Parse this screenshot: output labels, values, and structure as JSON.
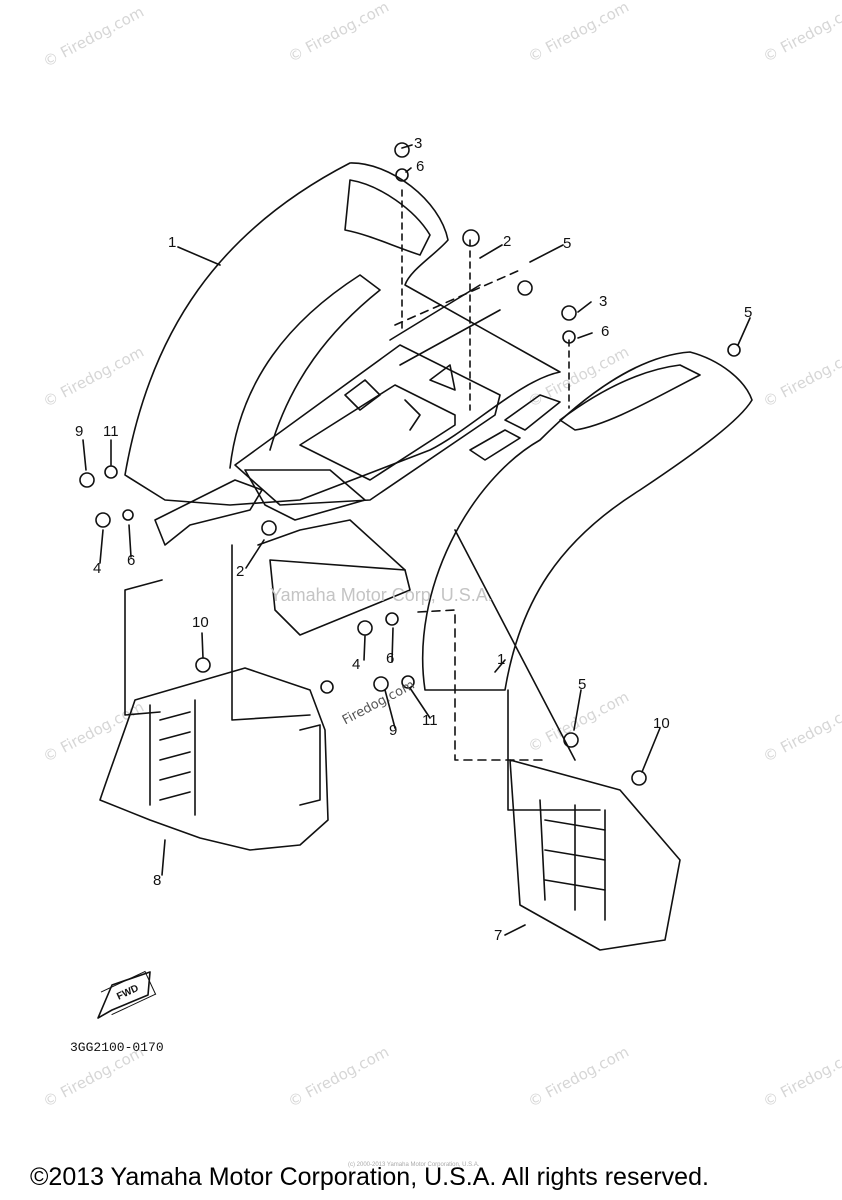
{
  "watermark": "© Firedog.com",
  "center_watermark": "Yamaha Motor Corp, U.S.A.",
  "small_watermark": "Firedog.com",
  "callouts": [
    "1",
    "2",
    "3",
    "4",
    "5",
    "6",
    "7",
    "8",
    "9",
    "10",
    "11"
  ],
  "fwd_label": "FWD",
  "part_code": "3GG2100-0170",
  "tiny_text": "(c) 2000-2013 Yamaha Motor Corporation, U.S.A.",
  "copyright": "©2013 Yamaha Motor Corporation, U.S.A. All rights reserved."
}
